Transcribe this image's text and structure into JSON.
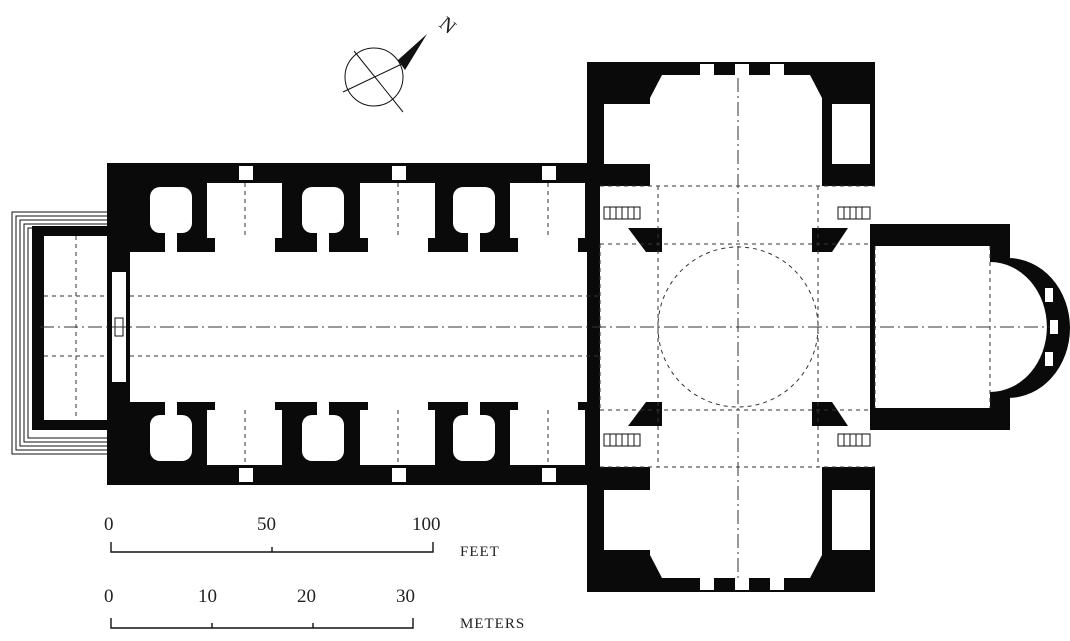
{
  "north_arrow": {
    "letter": "N",
    "icon": "north-arrow-icon"
  },
  "scale_feet": {
    "ticks": [
      "0",
      "50",
      "100"
    ],
    "unit": "FEET"
  },
  "scale_meters": {
    "ticks": [
      "0",
      "10",
      "20",
      "30"
    ],
    "unit": "METERS"
  },
  "colors": {
    "wall": "#0a0a0a",
    "background": "#ffffff",
    "lines": "#333333"
  }
}
